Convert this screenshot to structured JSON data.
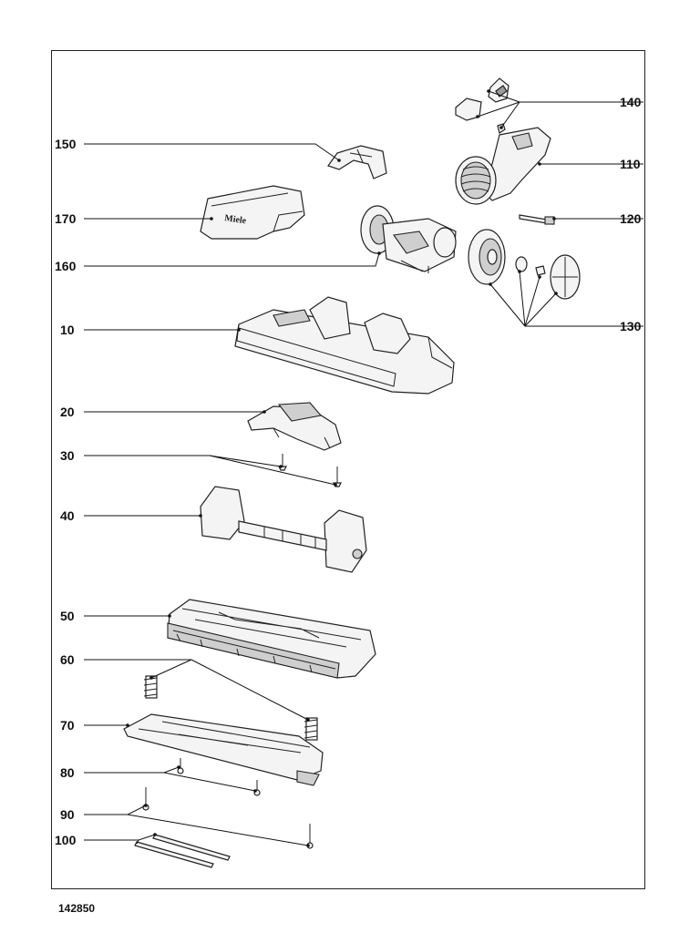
{
  "diagram": {
    "callouts": {
      "c10": "10",
      "c20": "20",
      "c30": "30",
      "c40": "40",
      "c50": "50",
      "c60": "60",
      "c70": "70",
      "c80": "80",
      "c90": "90",
      "c100": "100",
      "c110": "110",
      "c120": "120",
      "c130": "130",
      "c140": "140",
      "c150": "150",
      "c160": "160",
      "c170": "170"
    },
    "logo_text": "Miele",
    "document_number": "142850"
  }
}
